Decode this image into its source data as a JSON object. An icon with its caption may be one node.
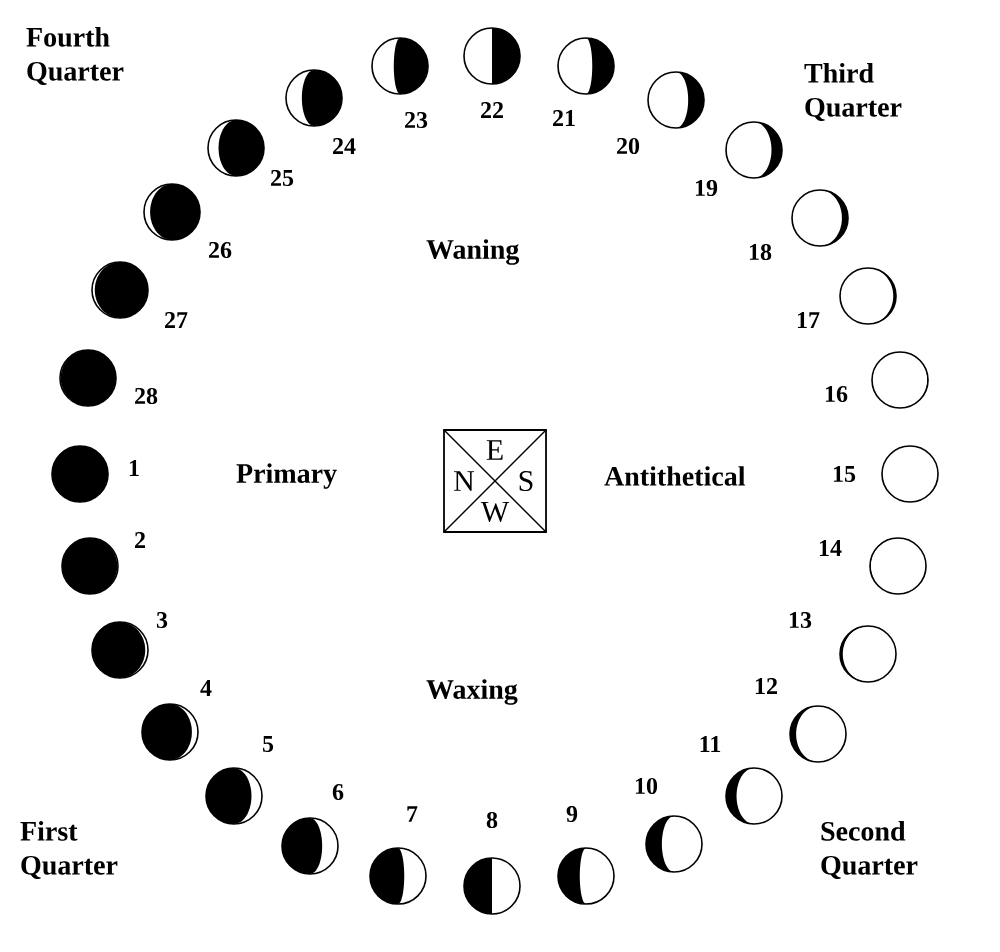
{
  "diagram": {
    "nodes": [
      {
        "text": [],
        "shape": "circle",
        "beside": [
          "1"
        ]
      },
      {
        "text": [],
        "shape": "circle",
        "beside": [
          "2"
        ]
      },
      {
        "text": [],
        "shape": "circle",
        "beside": [
          "3"
        ]
      },
      {
        "text": [],
        "shape": "circle",
        "beside": [
          "4"
        ]
      },
      {
        "text": [],
        "shape": "circle",
        "beside": [
          "5"
        ]
      },
      {
        "text": [],
        "shape": "circle",
        "beside": [
          "6"
        ]
      },
      {
        "text": [],
        "shape": "circle",
        "beside": [
          "7"
        ]
      },
      {
        "text": [],
        "shape": "circle",
        "beside": [
          "8"
        ]
      },
      {
        "text": [],
        "shape": "circle",
        "beside": [
          "9"
        ]
      },
      {
        "text": [],
        "shape": "circle",
        "beside": [
          "10"
        ]
      },
      {
        "text": [],
        "shape": "circle",
        "beside": [
          "11"
        ]
      },
      {
        "text": [],
        "shape": "circle",
        "beside": [
          "12"
        ]
      },
      {
        "text": [],
        "shape": "circle",
        "beside": [
          "13"
        ]
      },
      {
        "text": [],
        "shape": "circle",
        "beside": [
          "14"
        ]
      },
      {
        "text": [],
        "shape": "circle",
        "beside": [
          "15"
        ]
      },
      {
        "text": [],
        "shape": "circle",
        "beside": [
          "16"
        ]
      },
      {
        "text": [],
        "shape": "circle",
        "beside": [
          "17"
        ]
      },
      {
        "text": [],
        "shape": "circle",
        "beside": [
          "18"
        ]
      },
      {
        "text": [],
        "shape": "circle",
        "beside": [
          "19"
        ]
      },
      {
        "text": [],
        "shape": "circle",
        "beside": [
          "20"
        ]
      },
      {
        "text": [],
        "shape": "circle",
        "beside": [
          "21"
        ]
      },
      {
        "text": [],
        "shape": "circle",
        "beside": [
          "22"
        ]
      },
      {
        "text": [],
        "shape": "circle",
        "beside": [
          "23"
        ]
      },
      {
        "text": [],
        "shape": "circle",
        "beside": [
          "24"
        ]
      },
      {
        "text": [],
        "shape": "circle",
        "beside": [
          "25"
        ]
      },
      {
        "text": [],
        "shape": "circle",
        "beside": [
          "26"
        ]
      },
      {
        "text": [],
        "shape": "circle",
        "beside": [
          "27"
        ]
      },
      {
        "text": [],
        "shape": "circle",
        "beside": [
          "28"
        ]
      },
      {
        "text": [
          "E",
          "N",
          "S",
          "W"
        ]
      }
    ],
    "labels": [
      "Fourth Quarter",
      "Third Quarter",
      "Waning",
      "Primary",
      "Antithetical",
      "Waxing",
      "First Quarter",
      "Second Quarter"
    ]
  }
}
